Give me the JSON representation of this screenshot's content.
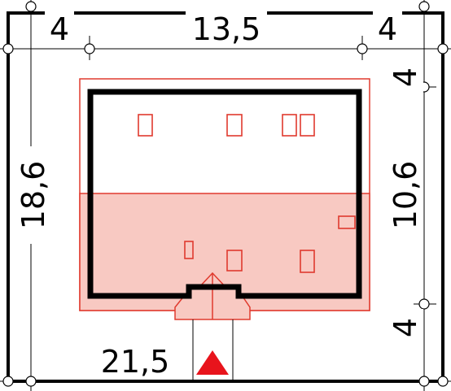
{
  "dimensions": {
    "top_left": "4",
    "top_middle": "13,5",
    "top_right": "4",
    "left_total": "18,6",
    "right_top": "4",
    "right_middle": "10,6",
    "right_bottom": "4",
    "bottom_total": "21,5"
  },
  "colors": {
    "outline": "#000000",
    "plan_red": "#e03a2e",
    "roof_fill": "#f8c9c2",
    "entrance_arrow": "#e8141c"
  },
  "icons": {
    "entrance": "entrance-arrow-icon"
  }
}
